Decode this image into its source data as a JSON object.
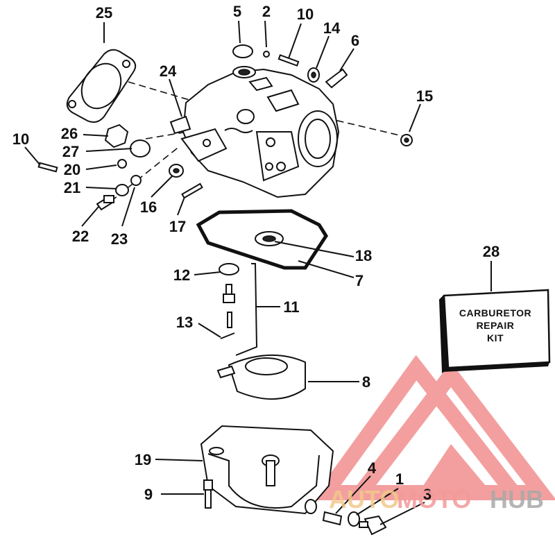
{
  "callouts": {
    "c1": "1",
    "c2": "2",
    "c3": "3",
    "c4": "4",
    "c5": "5",
    "c6": "6",
    "c7": "7",
    "c8": "8",
    "c9": "9",
    "c10a": "10",
    "c10b": "10",
    "c11": "11",
    "c12": "12",
    "c13": "13",
    "c14": "14",
    "c15": "15",
    "c16": "16",
    "c17": "17",
    "c18": "18",
    "c19": "19",
    "c20": "20",
    "c21": "21",
    "c22": "22",
    "c23": "23",
    "c24": "24",
    "c25": "25",
    "c26": "26",
    "c27": "27",
    "c28": "28"
  },
  "kit": {
    "line1": "CARBURETOR",
    "line2": "REPAIR",
    "line3": "KIT"
  },
  "watermark": {
    "part1": "AUTO",
    "part2": "MOTO",
    "part3": "HUB",
    "colors": {
      "auto": "#f2c98a",
      "moto": "#f39a9a",
      "hub": "#a9a9a9",
      "logo": "#f08080"
    }
  }
}
